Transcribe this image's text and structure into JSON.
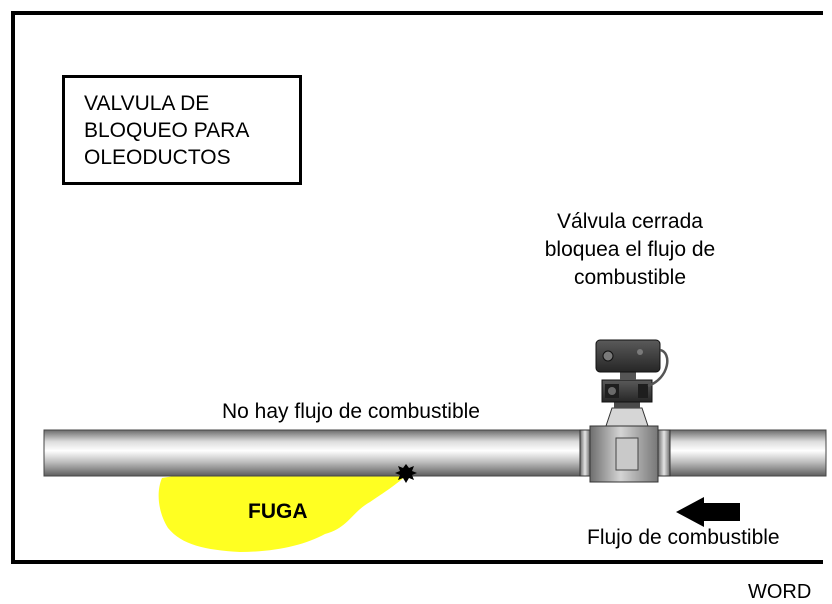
{
  "title_lines": [
    "VALVULA DE",
    "BLOQUEO PARA",
    "OLEODUCTOS"
  ],
  "valve_caption_lines": [
    "Válvula cerrada",
    "bloquea el flujo de",
    "combustible"
  ],
  "no_flow_label": "No hay flujo de combustible",
  "leak_label": "FUGA",
  "flow_label": "Flujo de combustible",
  "corner_label": "WORD",
  "colors": {
    "frame": "#000000",
    "leak": "#ffff22",
    "pipe_dark": "#5a5a5a",
    "pipe_light": "#ffffff",
    "valve_body": "#9a9a9a",
    "actuator": "#3c3c3c",
    "arrow": "#000000"
  }
}
